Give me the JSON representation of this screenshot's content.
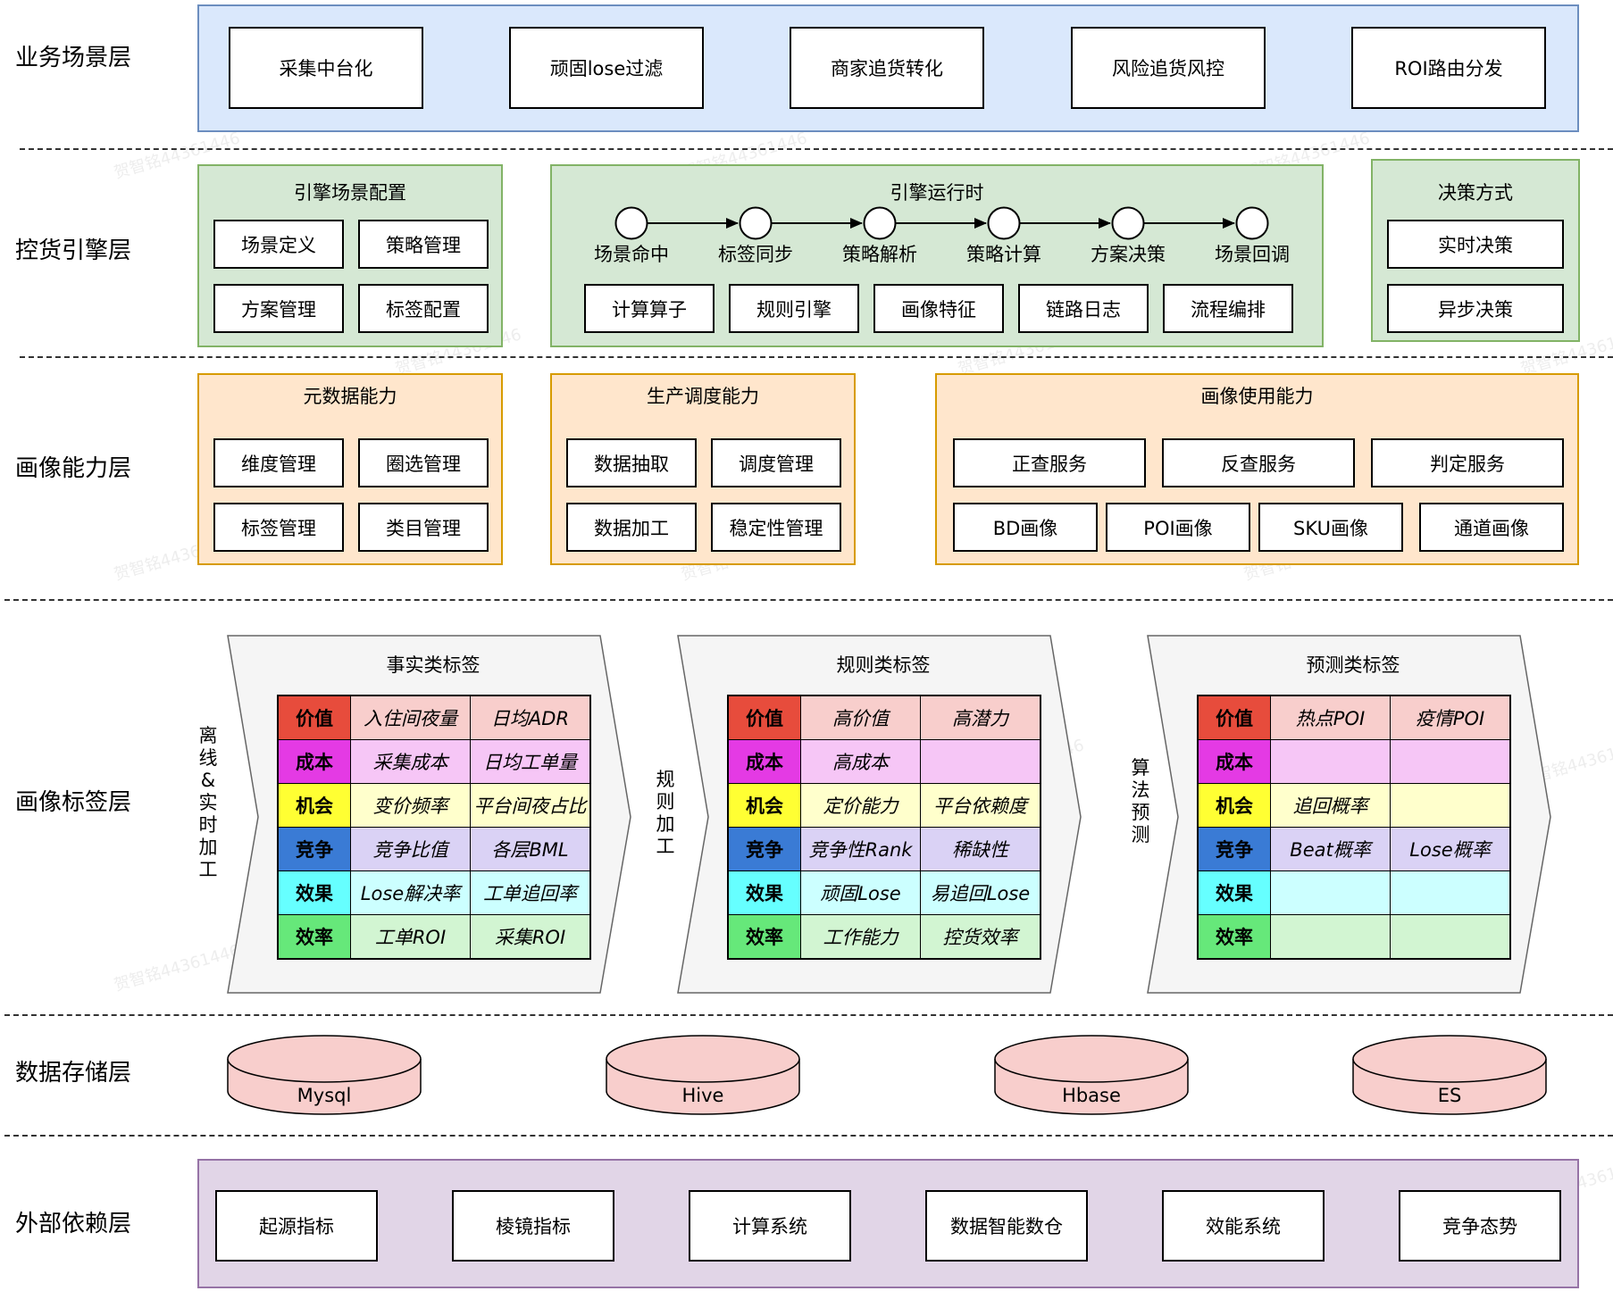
{
  "layers": {
    "business": "业务场景层",
    "engine": "控货引擎层",
    "capability": "画像能力层",
    "tags": "画像标签层",
    "storage": "数据存储层",
    "external": "外部依赖层"
  },
  "business_boxes": [
    "采集中台化",
    "顽固lose过滤",
    "商家追货转化",
    "风险追货风控",
    "ROI路由分发"
  ],
  "engine": {
    "config": {
      "title": "引擎场景配置",
      "items": [
        "场景定义",
        "策略管理",
        "方案管理",
        "标签配置"
      ]
    },
    "runtime": {
      "title": "引擎运行时",
      "flow": [
        "场景命中",
        "标签同步",
        "策略解析",
        "策略计算",
        "方案决策",
        "场景回调"
      ],
      "components": [
        "计算算子",
        "规则引擎",
        "画像特征",
        "链路日志",
        "流程编排"
      ]
    },
    "decision": {
      "title": "决策方式",
      "items": [
        "实时决策",
        "异步决策"
      ]
    }
  },
  "capability": {
    "metadata": {
      "title": "元数据能力",
      "items": [
        "维度管理",
        "圈选管理",
        "标签管理",
        "类目管理"
      ]
    },
    "scheduling": {
      "title": "生产调度能力",
      "items": [
        "数据抽取",
        "调度管理",
        "数据加工",
        "稳定性管理"
      ]
    },
    "usage": {
      "title": "画像使用能力",
      "row1": [
        "正查服务",
        "反查服务",
        "判定服务"
      ],
      "row2": [
        "BD画像",
        "POI画像",
        "SKU画像",
        "通道画像"
      ]
    }
  },
  "tags": {
    "categories": [
      "价值",
      "成本",
      "机会",
      "竞争",
      "效果",
      "效率"
    ],
    "category_colors": [
      "#e74c3c",
      "#e43ae4",
      "#ffff33",
      "#3a7bd5",
      "#66ffff",
      "#66e87a"
    ],
    "row_colors": [
      "#f8cecc",
      "#f6c6f6",
      "#ffffcc",
      "#dad2f5",
      "#ccffff",
      "#d2f5d2"
    ],
    "processes": [
      {
        "text": "离线&实时加工"
      },
      {
        "text": "规则加工"
      },
      {
        "text": "算法预测"
      }
    ],
    "tables": [
      {
        "title": "事实类标签",
        "rows": [
          [
            "入住间夜量",
            "日均ADR"
          ],
          [
            "采集成本",
            "日均工单量"
          ],
          [
            "变价频率",
            "平台间夜占比"
          ],
          [
            "竞争比值",
            "各层BML"
          ],
          [
            "Lose解决率",
            "工单追回率"
          ],
          [
            "工单ROI",
            "采集ROI"
          ]
        ]
      },
      {
        "title": "规则类标签",
        "rows": [
          [
            "高价值",
            "高潜力"
          ],
          [
            "高成本",
            ""
          ],
          [
            "定价能力",
            "平台依赖度"
          ],
          [
            "竞争性Rank",
            "稀缺性"
          ],
          [
            "顽固Lose",
            "易追回Lose"
          ],
          [
            "工作能力",
            "控货效率"
          ]
        ]
      },
      {
        "title": "预测类标签",
        "rows": [
          [
            "热点POI",
            "疫情POI"
          ],
          [
            "",
            ""
          ],
          [
            "追回概率",
            ""
          ],
          [
            "Beat概率",
            "Lose概率"
          ],
          [
            "",
            ""
          ],
          [
            "",
            ""
          ]
        ]
      }
    ]
  },
  "storage": [
    "Mysql",
    "Hive",
    "Hbase",
    "ES"
  ],
  "external": [
    "起源指标",
    "棱镜指标",
    "计算系统",
    "数据智能数仓",
    "效能系统",
    "竞争态势"
  ],
  "colors": {
    "business_fill": "#dae8fc",
    "engine_fill": "#d5e8d4",
    "capability_fill": "#ffe6cc",
    "external_fill": "#e1d5e7",
    "storage_fill": "#f8cecc",
    "chevron_fill": "#f5f5f5"
  },
  "watermark": "贺智铭44361446"
}
